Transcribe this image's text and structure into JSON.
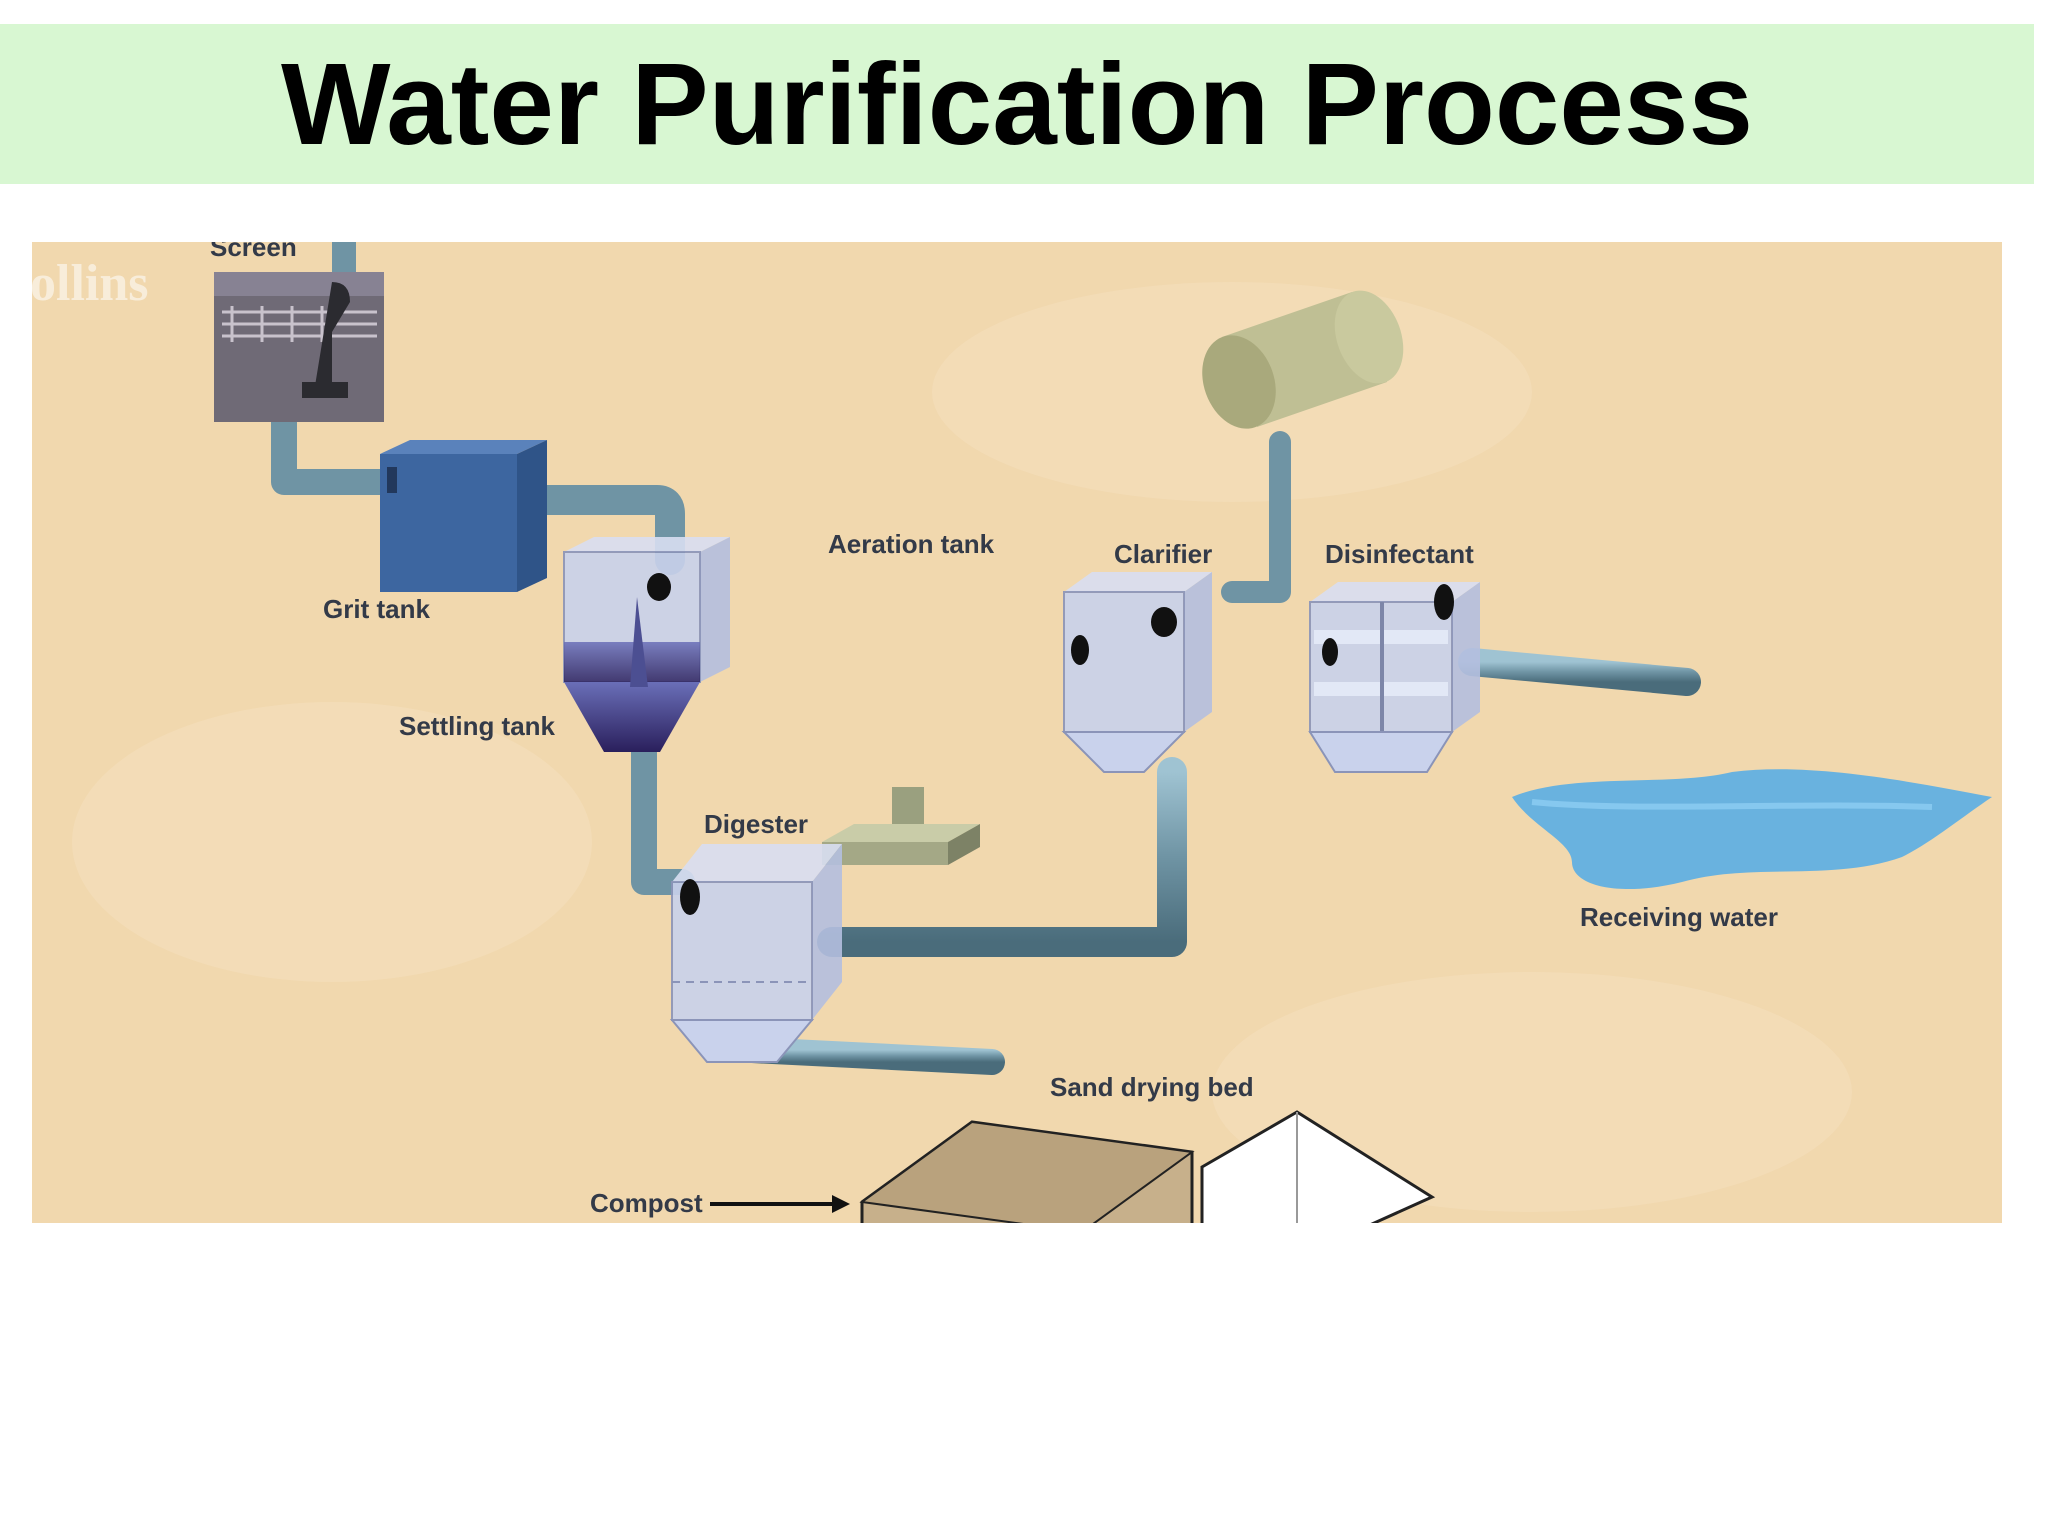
{
  "title": "Water Purification Process",
  "watermark": "ollins",
  "labels": {
    "screen": "Screen",
    "grit_tank": "Grit tank",
    "settling_tank": "Settling tank",
    "aeration_tank": "Aeration tank",
    "clarifier": "Clarifier",
    "disinfectant": "Disinfectant",
    "digester": "Digester",
    "receiving_water": "Receiving water",
    "sand_drying_bed": "Sand drying bed",
    "compost": "Compost"
  },
  "colors": {
    "title_background": "#d8f7d2",
    "diagram_background": "#f1d8ae",
    "pipe": "#6f94a4",
    "tank_glass": "#c9d2ec",
    "grit_tank": "#3d66a0",
    "water": "#5aaee4"
  }
}
